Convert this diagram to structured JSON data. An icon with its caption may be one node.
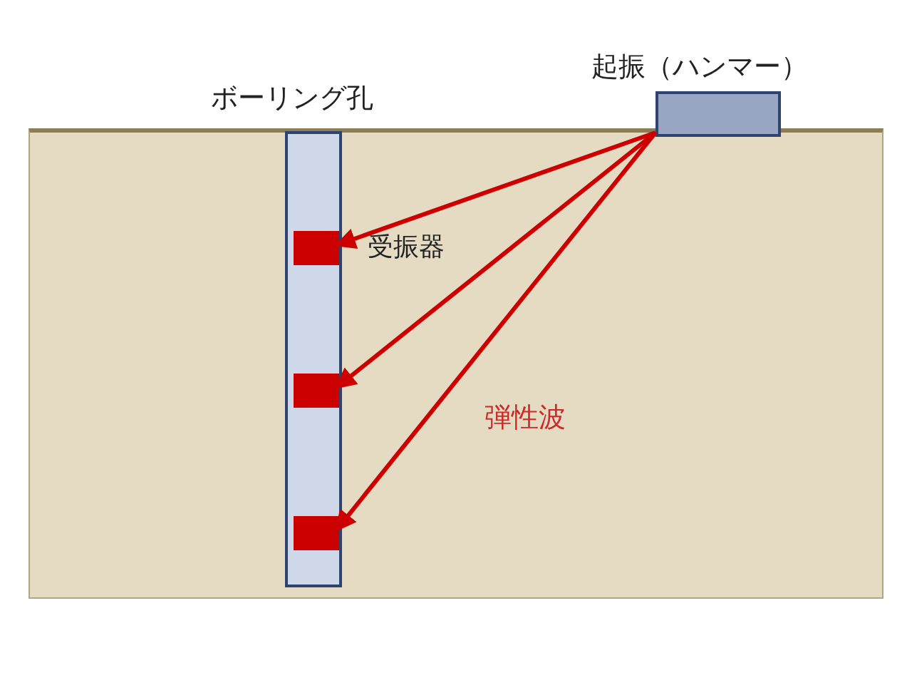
{
  "diagram": {
    "nodes": [
      {
        "text": [
          "ボーリング孔"
        ]
      },
      {
        "text": [
          "起振（ハンマー）"
        ]
      },
      {
        "text": [],
        "shape": "box",
        "in": 0,
        "beside": [
          "受振器"
        ]
      },
      {
        "text": [],
        "shape": "box",
        "in": 0
      },
      {
        "text": [],
        "shape": "box",
        "in": 0
      }
    ],
    "edges": [
      {
        "from": 1,
        "to": 2,
        "arrow": "to"
      },
      {
        "from": 1,
        "to": 3,
        "arrow": "to"
      },
      {
        "from": 1,
        "to": 4,
        "arrow": "to"
      }
    ],
    "labels": [
      "弾性波"
    ]
  }
}
